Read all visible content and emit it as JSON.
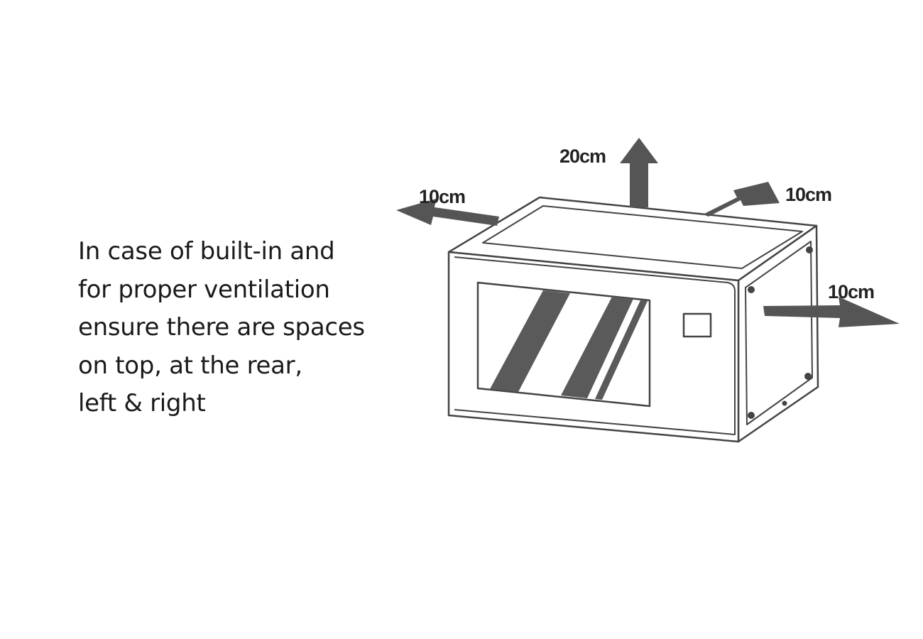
{
  "instruction": {
    "lines": [
      "In case of built-in and",
      "for proper ventilation",
      "ensure there are spaces",
      "on top, at the rear,",
      "left & right"
    ]
  },
  "clearances": {
    "top": "20cm",
    "left": "10cm",
    "rear": "10cm",
    "right": "10cm"
  },
  "colors": {
    "arrow": "#555555",
    "outline": "#444444",
    "window_stripe": "#5a5a5a"
  }
}
